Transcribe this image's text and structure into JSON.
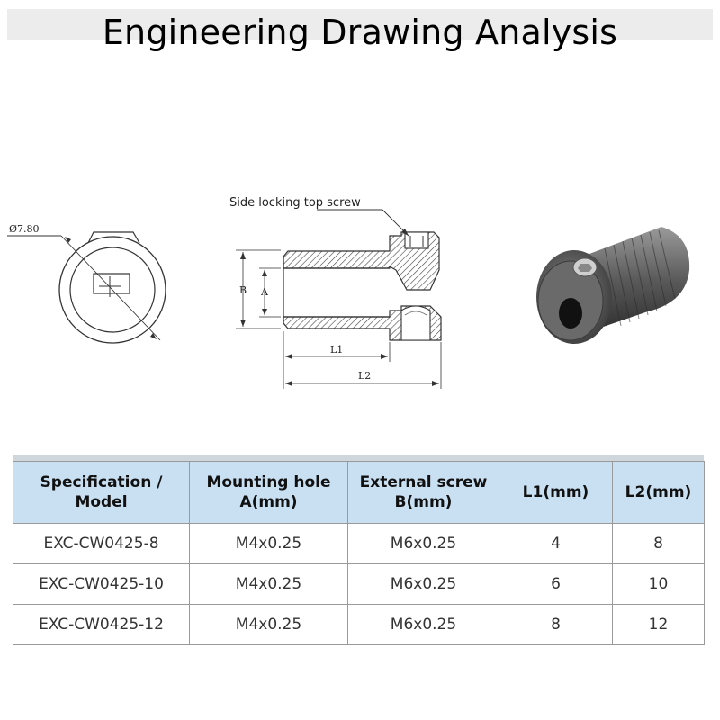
{
  "page": {
    "title": "Engineering Drawing Analysis"
  },
  "drawing": {
    "diameter_label": "Ø7.80",
    "callout": "Side locking top screw",
    "dim_b": "B",
    "dim_a": "A",
    "dim_l1": "L1",
    "dim_l2": "L2"
  },
  "table": {
    "headers": [
      [
        "Specification /",
        "Model"
      ],
      [
        "Mounting hole",
        "A(mm)"
      ],
      [
        "External screw",
        "B(mm)"
      ],
      [
        "L1(mm)"
      ],
      [
        "L2(mm)"
      ]
    ],
    "rows": [
      [
        "EXC-CW0425-8",
        "M4x0.25",
        "M6x0.25",
        "4",
        "8"
      ],
      [
        "EXC-CW0425-10",
        "M4x0.25",
        "M6x0.25",
        "6",
        "10"
      ],
      [
        "EXC-CW0425-12",
        "M4x0.25",
        "M6x0.25",
        "8",
        "12"
      ]
    ]
  }
}
